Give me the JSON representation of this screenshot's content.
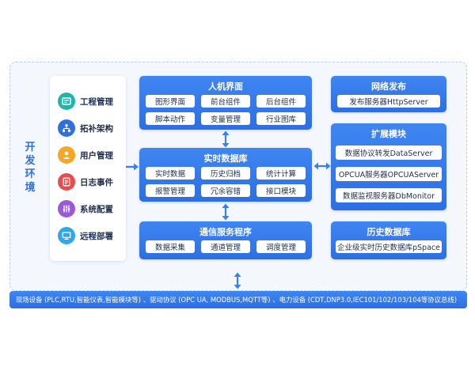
{
  "dev_env": {
    "chars": [
      "开",
      "发",
      "环",
      "境"
    ]
  },
  "sidebar": {
    "items": [
      {
        "label": "工程管理",
        "icon": "project-management-icon",
        "color": "#1fb5a8"
      },
      {
        "label": "拓补架构",
        "icon": "topology-icon",
        "color": "#2f6fe0"
      },
      {
        "label": "用户管理",
        "icon": "user-icon",
        "color": "#f5a623"
      },
      {
        "label": "日志事件",
        "icon": "log-icon",
        "color": "#e84c4c"
      },
      {
        "label": "系统配置",
        "icon": "system-config-icon",
        "color": "#9b59d6"
      },
      {
        "label": "远程部署",
        "icon": "remote-deploy-icon",
        "color": "#2fa7e8"
      }
    ]
  },
  "hmi": {
    "title": "人机界面",
    "cells": [
      "图形界面",
      "前台组件",
      "后台组件",
      "脚本动作",
      "变量管理",
      "行业图库"
    ]
  },
  "rtdb": {
    "title": "实时数据库",
    "cells": [
      "实时数据",
      "历史归档",
      "统计计算",
      "报警管理",
      "冗余容错",
      "接口模块"
    ]
  },
  "comm": {
    "title": "通信服务程序",
    "cells": [
      "数据采集",
      "通道管理",
      "调度管理"
    ]
  },
  "network": {
    "title": "网络发布",
    "cells": [
      "发布服务器HttpServer"
    ]
  },
  "extension": {
    "title": "扩展模块",
    "cells": [
      "数据协议转发DataServer",
      "OPCUA服务器OPCUAServer",
      "数据监视服务器DbMonitor"
    ]
  },
  "history": {
    "title": "历史数据库",
    "cells": [
      "企业级实时历史数据库pSpace"
    ]
  },
  "bottom_bar": {
    "text": "现场设备 (PLC,RTU,智能仪表,智能模块等) 、驱动协议 (OPC UA, MODBUS,MQTT等) 、电力设备 (CDT,DNP3.0,IEC101/102/103/104等协议总线)"
  },
  "colors": {
    "accent": "#2f6fe0",
    "arrow": "#3a80ec"
  }
}
